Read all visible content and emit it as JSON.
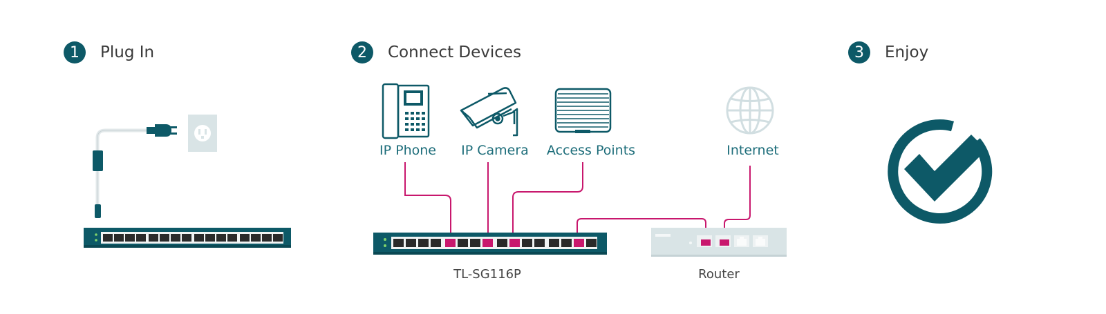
{
  "steps": [
    {
      "number": "1",
      "label": "Plug In"
    },
    {
      "number": "2",
      "label": "Connect Devices"
    },
    {
      "number": "3",
      "label": "Enjoy"
    }
  ],
  "devices": [
    {
      "label": "IP Phone",
      "icon": "desk-phone-icon"
    },
    {
      "label": "IP Camera",
      "icon": "security-camera-icon"
    },
    {
      "label": "Access Points",
      "icon": "access-point-icon"
    },
    {
      "label": "Internet",
      "icon": "globe-icon"
    }
  ],
  "switch_model": "TL-SG116P",
  "router_label": "Router",
  "colors": {
    "teal": "#0d5967",
    "cable": "#c8176d",
    "light_gray": "#d9e4e6"
  }
}
